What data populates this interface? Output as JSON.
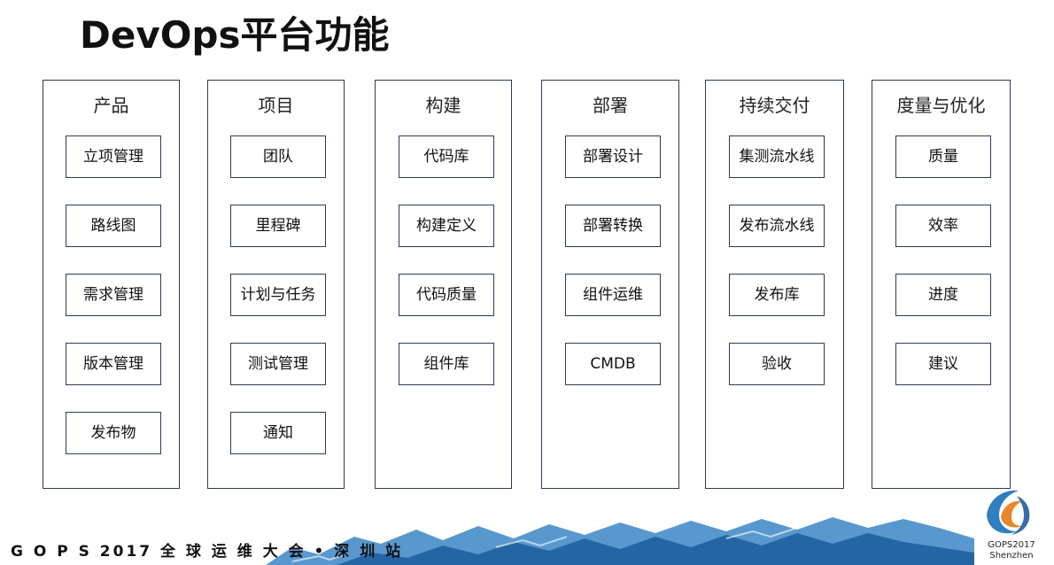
{
  "title": "DevOps平台功能",
  "columns": [
    {
      "header": "产品",
      "items": [
        "立项管理",
        "路线图",
        "需求管理",
        "版本管理",
        "发布物"
      ]
    },
    {
      "header": "项目",
      "items": [
        "团队",
        "里程碑",
        "计划与任务",
        "测试管理",
        "通知"
      ]
    },
    {
      "header": "构建",
      "items": [
        "代码库",
        "构建定义",
        "代码质量",
        "组件库"
      ]
    },
    {
      "header": "部署",
      "items": [
        "部署设计",
        "部署转换",
        "组件运维",
        "CMDB"
      ]
    },
    {
      "header": "持续交付",
      "items": [
        "集测流水线",
        "发布流水线",
        "发布库",
        "验收"
      ]
    },
    {
      "header": "度量与优化",
      "items": [
        "质量",
        "效率",
        "进度",
        "建议"
      ]
    }
  ],
  "footer": {
    "brand": "G O P S 2017 全 球 运 维 大 会 • 深 圳 站",
    "logo_line1": "GOPS2017",
    "logo_line2": "Shenzhen"
  },
  "colors": {
    "border": "#2d3b52",
    "wave": "#3b86c6",
    "logo_blue": "#2f7fc1",
    "logo_orange": "#e8862a"
  }
}
